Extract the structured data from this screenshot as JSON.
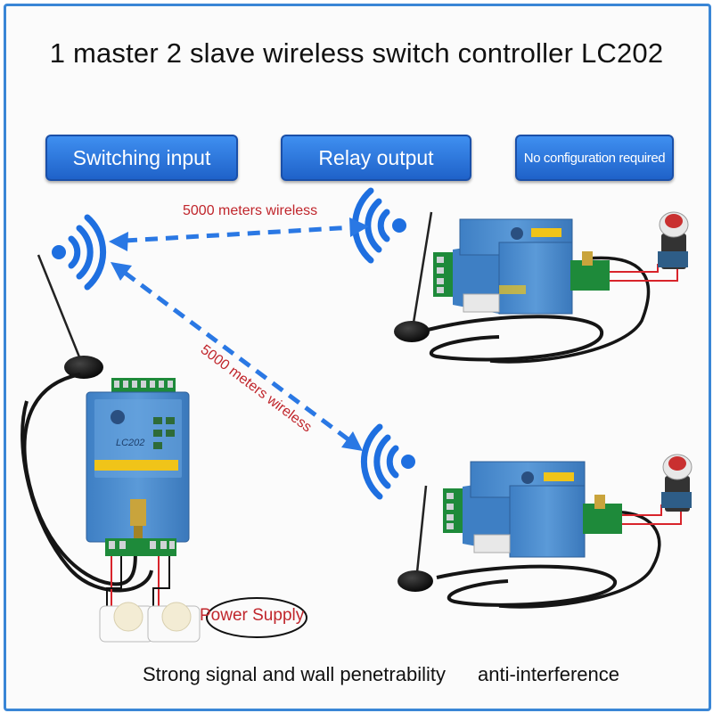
{
  "title": "1 master 2 slave wireless switch controller LC202",
  "features": {
    "switching_input": "Switching input",
    "relay_output": "Relay output",
    "no_config": "No configuration required"
  },
  "labels": {
    "wireless_1": "5000 meters wireless",
    "wireless_2": "5000 meters wireless",
    "power_supply": "Power Supply"
  },
  "footer": {
    "signal": "Strong signal and wall penetrability",
    "interference": "anti-interference"
  },
  "devices": {
    "master_model": "LC202"
  },
  "colors": {
    "frame": "#3a86d6",
    "button": "#2a73dc",
    "wifi": "#1e6fe0",
    "label_red": "#c0262c",
    "device_blue": "#4f8fd0"
  }
}
